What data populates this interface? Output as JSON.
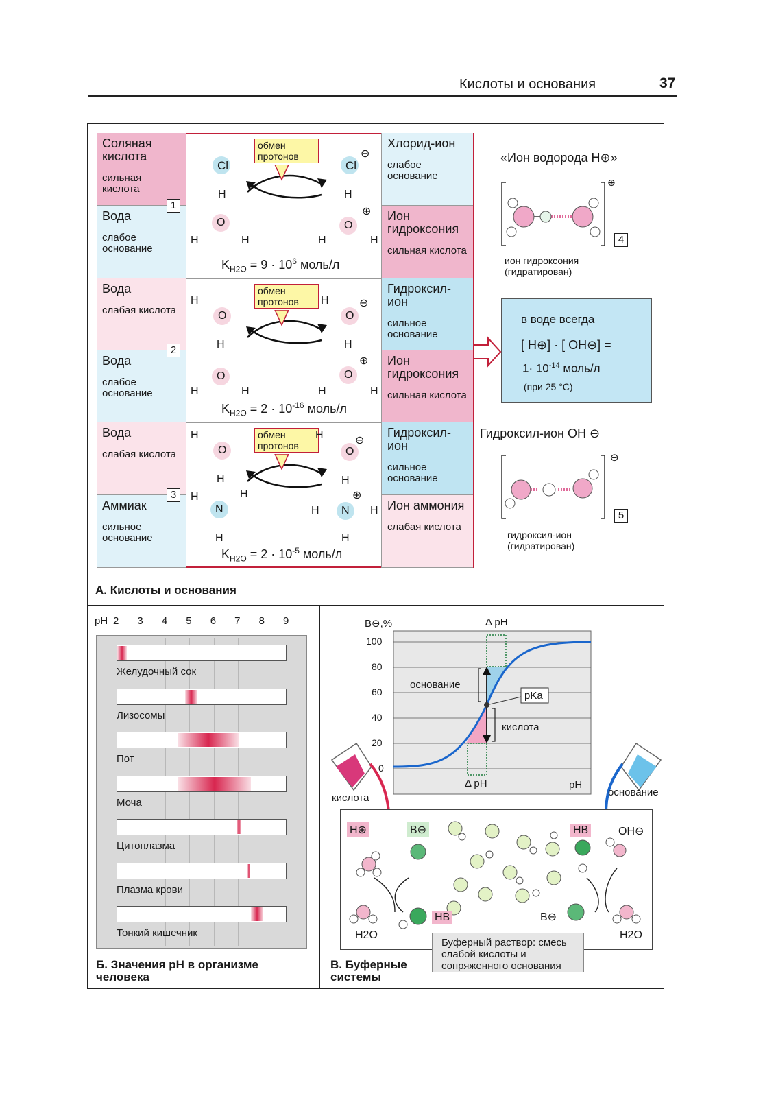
{
  "header": {
    "title": "Кислоты и основания",
    "page": "37"
  },
  "sectionA": {
    "title": "А. Кислоты и основания",
    "rows": [
      {
        "num": "1",
        "left_top": {
          "name": "Соляная кислота",
          "sub": "сильная кислота"
        },
        "left_bottom": {
          "name": "Вода",
          "sub": "слабое основание"
        },
        "callout": "обмен протонов",
        "k": "K",
        "k_sub": "H2O",
        "k_val": "= 9 · 10",
        "k_exp": "6",
        "k_unit": "моль/л",
        "right_top": {
          "name": "Хлорид-ион",
          "sub": "слабое основание"
        },
        "right_bottom": {
          "name": "Ион гидроксония",
          "sub": "сильная кислота"
        }
      },
      {
        "num": "2",
        "left_top": {
          "name": "Вода",
          "sub": "слабая кислота"
        },
        "left_bottom": {
          "name": "Вода",
          "sub": "слабое основание"
        },
        "callout": "обмен протонов",
        "k": "K",
        "k_sub": "H2O",
        "k_val": "= 2 · 10",
        "k_exp": "-16",
        "k_unit": "моль/л",
        "right_top": {
          "name": "Гидроксил-ион",
          "sub": "сильное основание"
        },
        "right_bottom": {
          "name": "Ион гидроксония",
          "sub": "сильная кислота"
        }
      },
      {
        "num": "3",
        "left_top": {
          "name": "Вода",
          "sub": "слабая кислота"
        },
        "left_bottom": {
          "name": "Аммиак",
          "sub": "сильное основание"
        },
        "callout": "обмен протонов",
        "k": "K",
        "k_sub": "H2O",
        "k_val": "= 2 · 10",
        "k_exp": "-5",
        "k_unit": "моль/л",
        "right_top": {
          "name": "Гидроксил-ион",
          "sub": "сильное основание"
        },
        "right_bottom": {
          "name": "Ион аммония",
          "sub": "слабая кислота"
        }
      }
    ],
    "atoms": {
      "cl": "Cl",
      "h": "H",
      "o": "O",
      "n": "N",
      "minus": "⊖",
      "plus": "⊕"
    },
    "side": {
      "hydrogen_title": "«Ион водорода H⊕»",
      "box4_num": "4",
      "box4_caption": "ион гидроксония (гидратирован)",
      "water_box": {
        "line1": "в воде всегда",
        "line2": "[ H⊕] · [ OH⊖] =",
        "line3": "1· 10",
        "line3_exp": "-14",
        "line3_unit": " моль/л",
        "line4": "(при 25 °C)"
      },
      "hydroxyl_title": "Гидроксил-ион OH ⊖",
      "box5_num": "5",
      "box5_caption": "гидроксил-ион (гидратирован)"
    }
  },
  "sectionB": {
    "title": "Б. Значения pH в организме человека",
    "ph_label": "pH",
    "ticks": [
      "2",
      "3",
      "4",
      "5",
      "6",
      "7",
      "8",
      "9"
    ],
    "bands": [
      {
        "label": "Желудочный сок",
        "from": 2.0,
        "to": 2.4
      },
      {
        "label": "Лизосомы",
        "from": 4.8,
        "to": 5.3
      },
      {
        "label": "Пот",
        "from": 4.5,
        "to": 7.0
      },
      {
        "label": "Моча",
        "from": 4.5,
        "to": 7.5
      },
      {
        "label": "Цитоплазма",
        "from": 6.9,
        "to": 7.1
      },
      {
        "label": "Плазма крови",
        "from": 7.35,
        "to": 7.45
      },
      {
        "label": "Тонкий кишечник",
        "from": 7.5,
        "to": 8.0
      }
    ],
    "colors": {
      "band": "#d8264f",
      "panel": "#d9d9d9"
    }
  },
  "sectionC": {
    "title": "В. Буферные системы",
    "ylabel": "B⊖,%",
    "xlabel": "pH",
    "yticks": [
      "100",
      "80",
      "60",
      "40",
      "20",
      "0"
    ],
    "delta_ph": "Δ pH",
    "base_label": "основание",
    "acid_label": "кислота",
    "pka": "pKa",
    "left_flask": "кислота",
    "right_flask": "основание",
    "species": {
      "h": "H⊕",
      "b": "B⊖",
      "hb": "HB",
      "oh": "OH⊖",
      "h2o": "H2O"
    },
    "note": "Буферный раствор: смесь слабой кислоты и сопряженного основания",
    "colors": {
      "curve": "#1a66cc",
      "acid": "#e05a8a",
      "base": "#8cc6e0"
    }
  }
}
